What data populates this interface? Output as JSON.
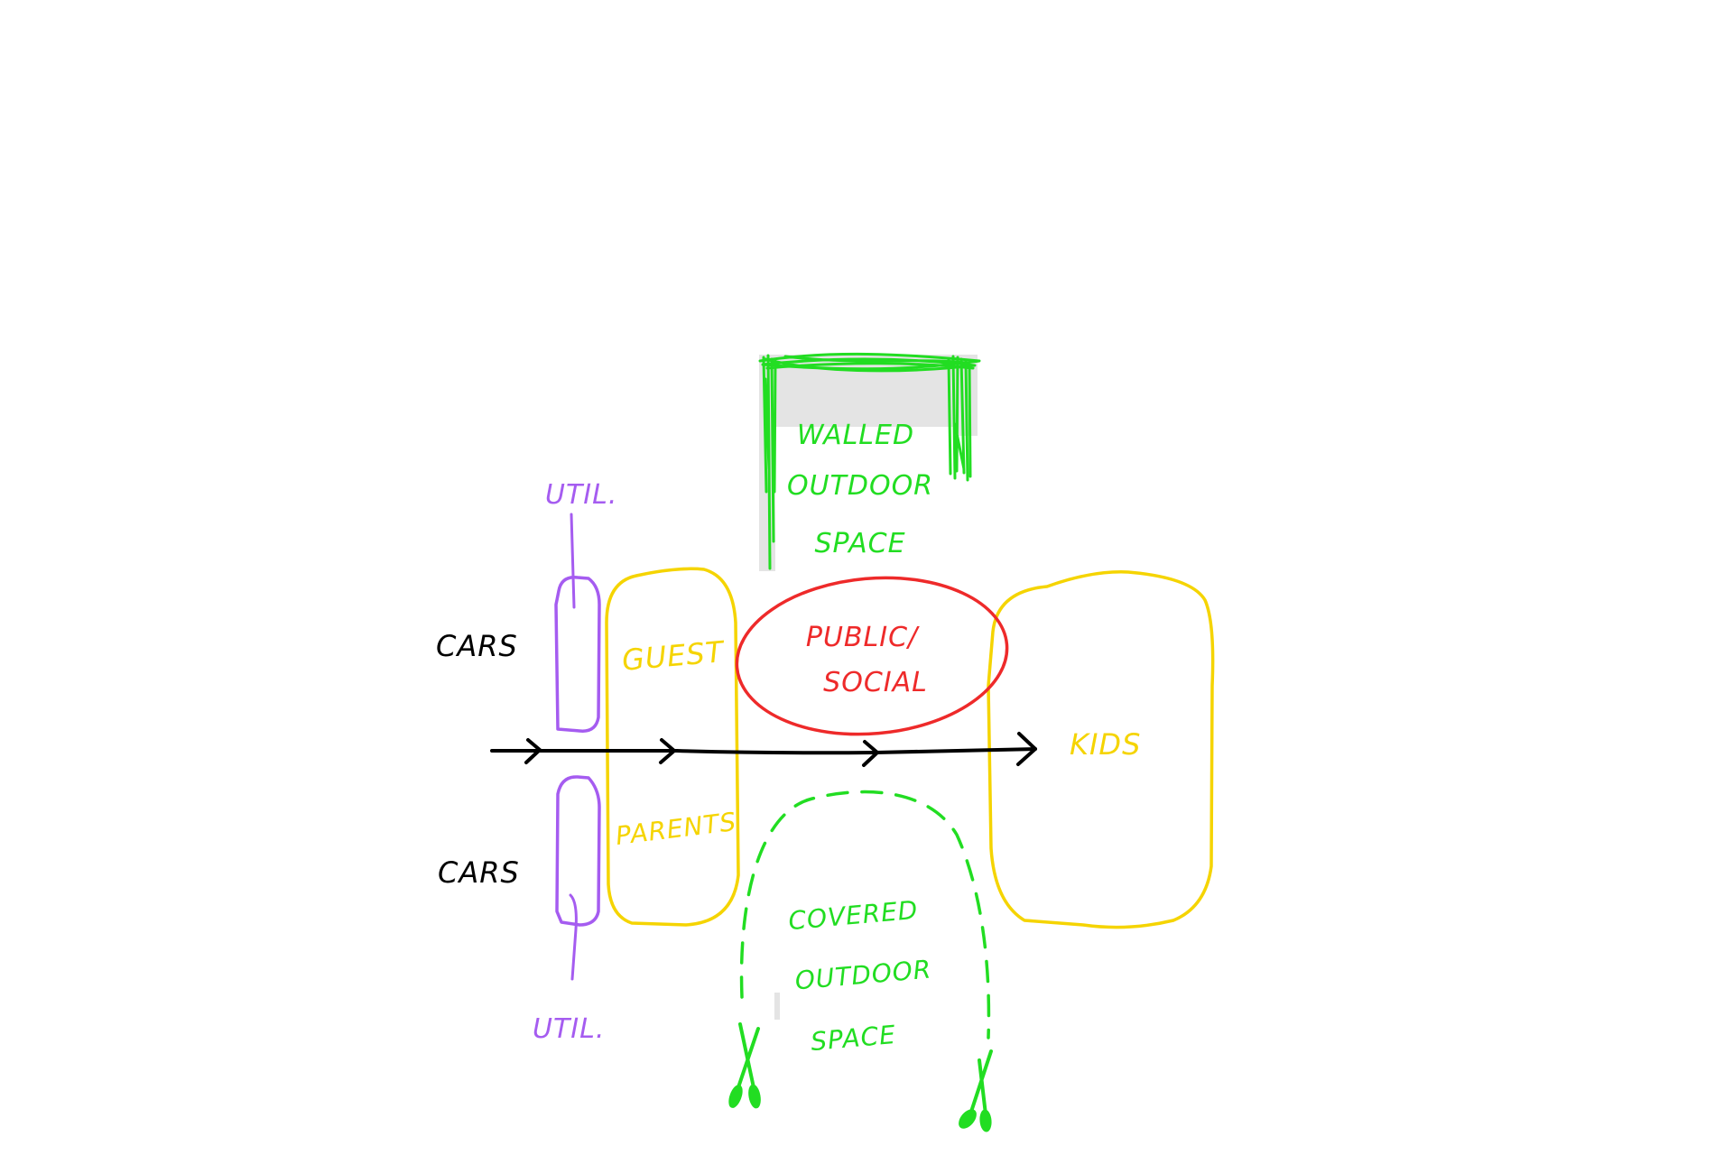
{
  "diagram": {
    "labels": {
      "cars_top": "CARS",
      "cars_bottom": "CARS",
      "util_top": "UTIL.",
      "util_bottom": "UTIL.",
      "guest": "GUEST",
      "parents": "PARENTS",
      "public_line1": "PUBLIC/",
      "public_line2": "SOCIAL",
      "kids": "KIDS",
      "walled_line1": "WALLED",
      "walled_line2": "OUTDOOR",
      "walled_line3": "SPACE",
      "covered_line1": "COVERED",
      "covered_line2": "OUTDOOR",
      "covered_line3": "SPACE"
    },
    "colors": {
      "cars": "#000000",
      "util": "#a55cf0",
      "zones_private": "#f5d400",
      "public": "#ee2a2a",
      "outdoor": "#22dd22",
      "circulation": "#000000"
    },
    "icons": [
      "scissors-icon",
      "scissors-icon"
    ]
  }
}
